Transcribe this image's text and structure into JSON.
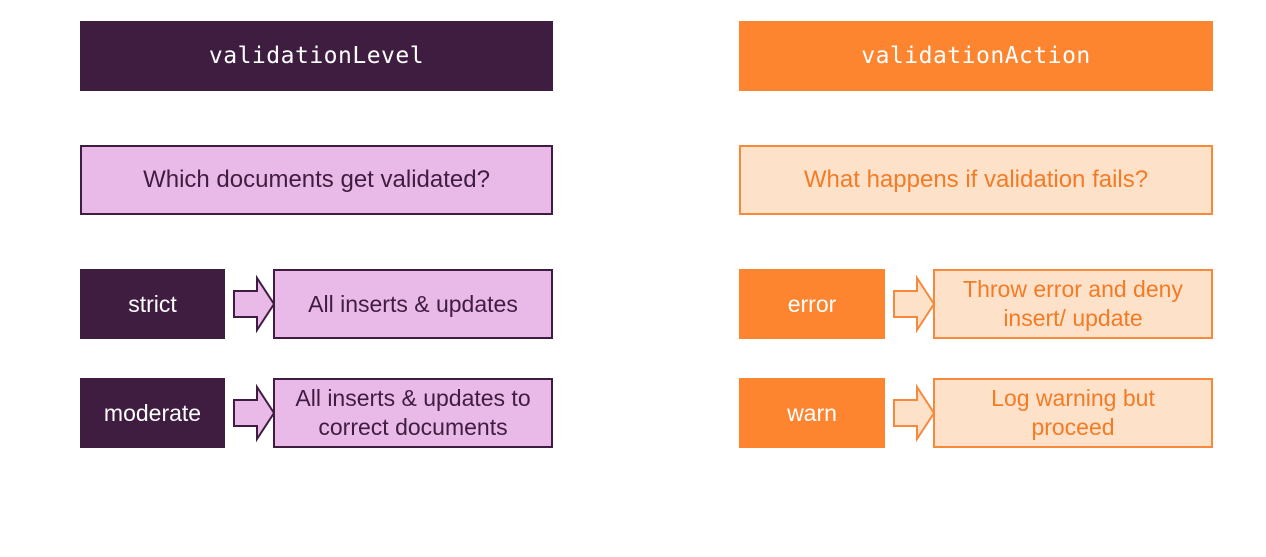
{
  "left": {
    "header": "validationLevel",
    "question": "Which documents get validated?",
    "rows": [
      {
        "label": "strict",
        "description": "All inserts & updates"
      },
      {
        "label": "moderate",
        "description": "All inserts & updates to correct documents"
      }
    ]
  },
  "right": {
    "header": "validationAction",
    "question": "What happens if validation fails?",
    "rows": [
      {
        "label": "error",
        "description": "Throw error and deny insert/ update"
      },
      {
        "label": "warn",
        "description": "Log warning but proceed"
      }
    ]
  },
  "colors": {
    "purple_dark": "#3f1d40",
    "purple_light": "#e9b9e7",
    "orange_dark": "#fe8530",
    "orange_light": "#fde1c9",
    "orange_text": "#f47b25"
  }
}
